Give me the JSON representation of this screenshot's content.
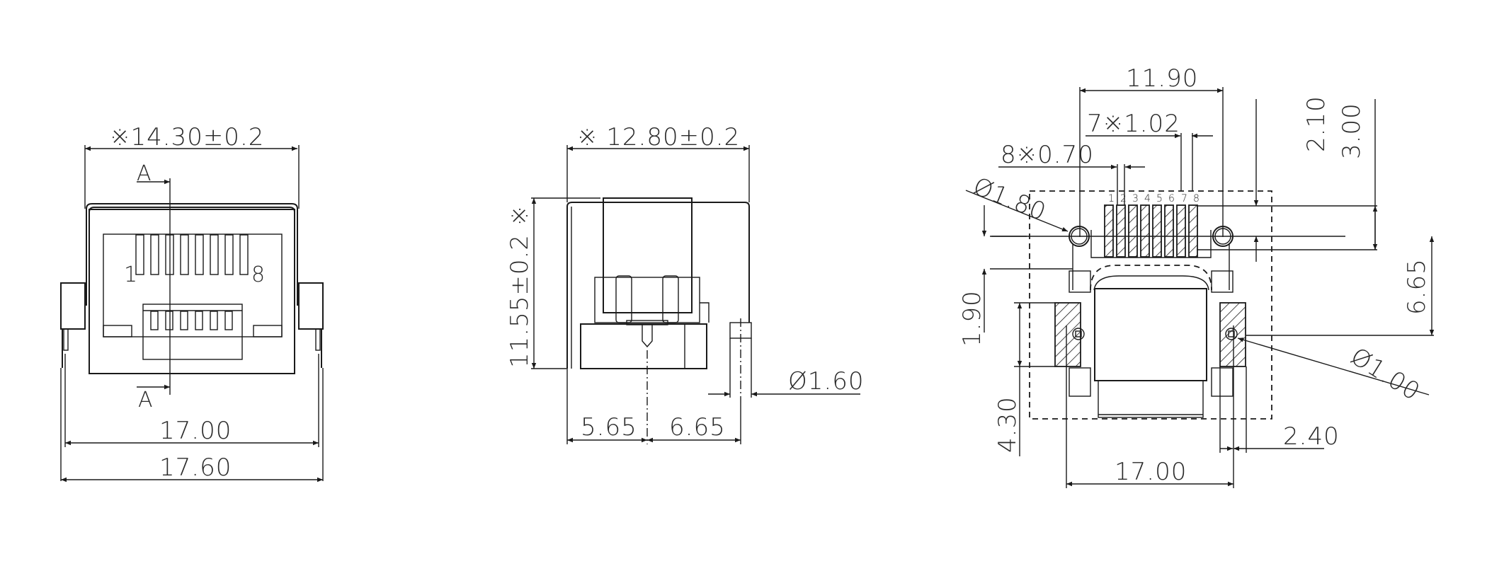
{
  "drawing": {
    "title": "RJ45 modular jack mechanical drawing",
    "views": [
      {
        "name": "front-view",
        "labels": {
          "width_top": "※14.30±0.2",
          "section_mark_top": "A",
          "section_mark_bottom": "A",
          "pin_first": "1",
          "pin_last": "8",
          "width_inner": "17.00",
          "width_outer": "17.60"
        }
      },
      {
        "name": "side-view",
        "labels": {
          "depth": "※ 12.80±0.2",
          "height": "11.55±0.2 ※",
          "post_diameter": "Ø1.60",
          "offset_left": "5.65",
          "offset_right": "6.65"
        }
      },
      {
        "name": "pcb-footprint",
        "labels": {
          "hole_span": "11.90",
          "pin_pitch": "7※1.02",
          "pin_width": "8※0.70",
          "locating_hole": "Ø1.80",
          "dim_2_10": "2.10",
          "dim_3_00": "3.00",
          "dim_6_65": "6.65",
          "dim_1_90": "1.90",
          "dim_4_30": "4.30",
          "mount_hole": "Ø1.00",
          "dim_2_40": "2.40",
          "width_bottom": "17.00",
          "pin_numbers": [
            "1",
            "2",
            "3",
            "4",
            "5",
            "6",
            "7",
            "8"
          ]
        }
      }
    ]
  }
}
